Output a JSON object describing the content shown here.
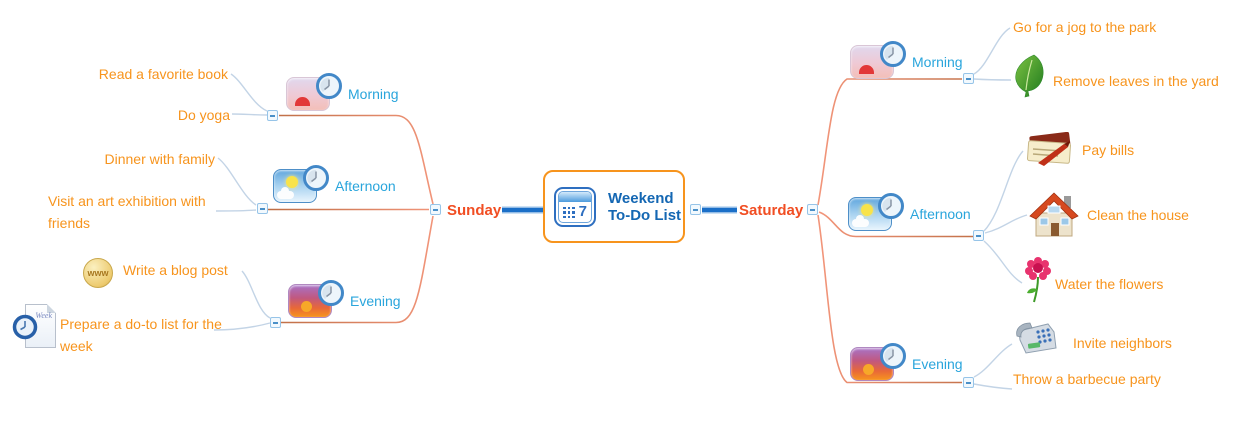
{
  "center": {
    "line1": "Weekend",
    "line2": "To-Do List",
    "calendar_number": "7",
    "icon": "calendar-icon"
  },
  "branches": [
    {
      "label": "Sunday",
      "side": "left",
      "nodes": [
        {
          "label": "Morning",
          "icon": "sunrise-clock-icon",
          "tasks": [
            {
              "label": "Read a favorite book"
            },
            {
              "label": "Do yoga"
            }
          ]
        },
        {
          "label": "Afternoon",
          "icon": "daytime-sun-clock-icon",
          "tasks": [
            {
              "label": "Dinner with family"
            },
            {
              "label": "Visit an art exhibition with friends"
            }
          ]
        },
        {
          "label": "Evening",
          "icon": "sunset-clock-icon",
          "tasks": [
            {
              "label": "Write a blog post",
              "icon": "www-globe-icon"
            },
            {
              "label": "Prepare a do-to list for the week",
              "icon": "document-clock-icon"
            }
          ]
        }
      ]
    },
    {
      "label": "Saturday",
      "side": "right",
      "nodes": [
        {
          "label": "Morning",
          "icon": "sunrise-clock-icon",
          "tasks": [
            {
              "label": "Go for a jog to the park"
            },
            {
              "label": "Remove leaves in the yard",
              "icon": "leaf-icon"
            }
          ]
        },
        {
          "label": "Afternoon",
          "icon": "daytime-sun-clock-icon",
          "tasks": [
            {
              "label": "Pay bills",
              "icon": "bills-icon"
            },
            {
              "label": "Clean the house",
              "icon": "house-icon"
            },
            {
              "label": "Water the flowers",
              "icon": "flower-icon"
            }
          ]
        },
        {
          "label": "Evening",
          "icon": "sunset-clock-icon",
          "tasks": [
            {
              "label": "Invite neighbors",
              "icon": "phone-icon"
            },
            {
              "label": "Throw a barbecue party"
            }
          ]
        }
      ]
    }
  ],
  "icons": {
    "www_label": "www",
    "document_label": "Week"
  },
  "colors": {
    "task_text": "#F7941D",
    "day_text": "#F14E23",
    "node_text": "#29A5DC",
    "center_text": "#1467B3",
    "center_border": "#F7941D",
    "trunk_line": "#1B6FC8",
    "branch_line_brown": "#BE6E45",
    "branch_line_salmon": "#F2957A",
    "task_connector": "#C3D4E6"
  }
}
